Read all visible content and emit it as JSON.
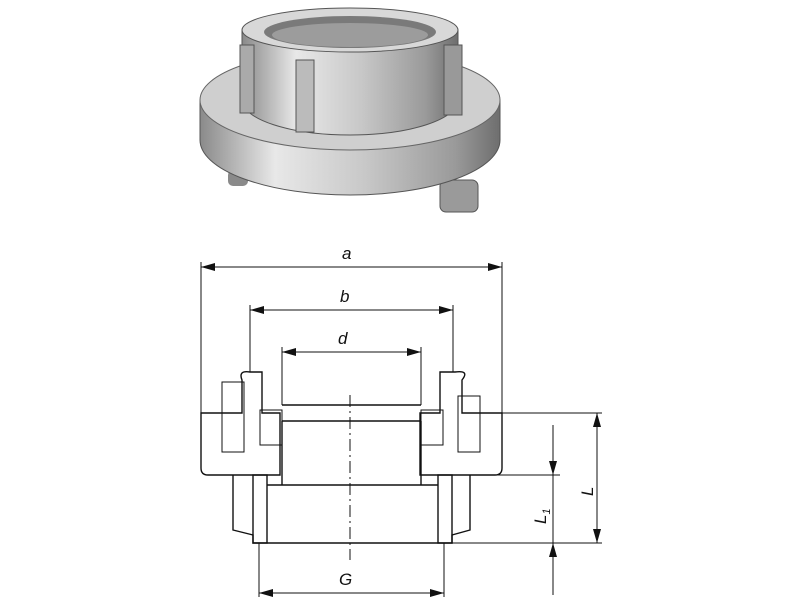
{
  "diagram": {
    "product": "storz-coupling-female-thread",
    "dimensions": {
      "a": "a",
      "b": "b",
      "d": "d",
      "G": "G",
      "L": "L",
      "L1_main": "L",
      "L1_sub": "1"
    },
    "colors": {
      "metal_light": "#e4e4e4",
      "metal_mid": "#b4b4b4",
      "metal_dark": "#6e6e6e",
      "line": "#111111"
    }
  }
}
